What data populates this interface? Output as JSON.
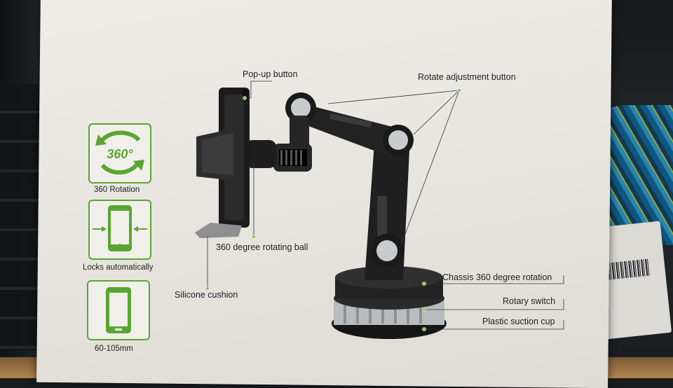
{
  "features": [
    {
      "icon": "rotate-360-icon",
      "badge_text": "360°",
      "caption": "360 Rotation"
    },
    {
      "icon": "phone-lock-icon",
      "caption": "Locks automatically"
    },
    {
      "icon": "phone-size-icon",
      "caption": "60-105mm"
    }
  ],
  "callouts": {
    "popup_button": "Pop-up button",
    "rotate_adjustment": "Rotate adjustment button",
    "rotating_ball": "360 degree rotating ball",
    "silicone_cushion": "Silicone cushion",
    "chassis_rotation": "Chassis 360 degree rotation",
    "rotary_switch": "Rotary switch",
    "suction_cup": "Plastic suction cup"
  },
  "colors": {
    "accent_green": "#5aa532",
    "box_white": "#ece9e3",
    "product_black": "#1e1e1e"
  }
}
